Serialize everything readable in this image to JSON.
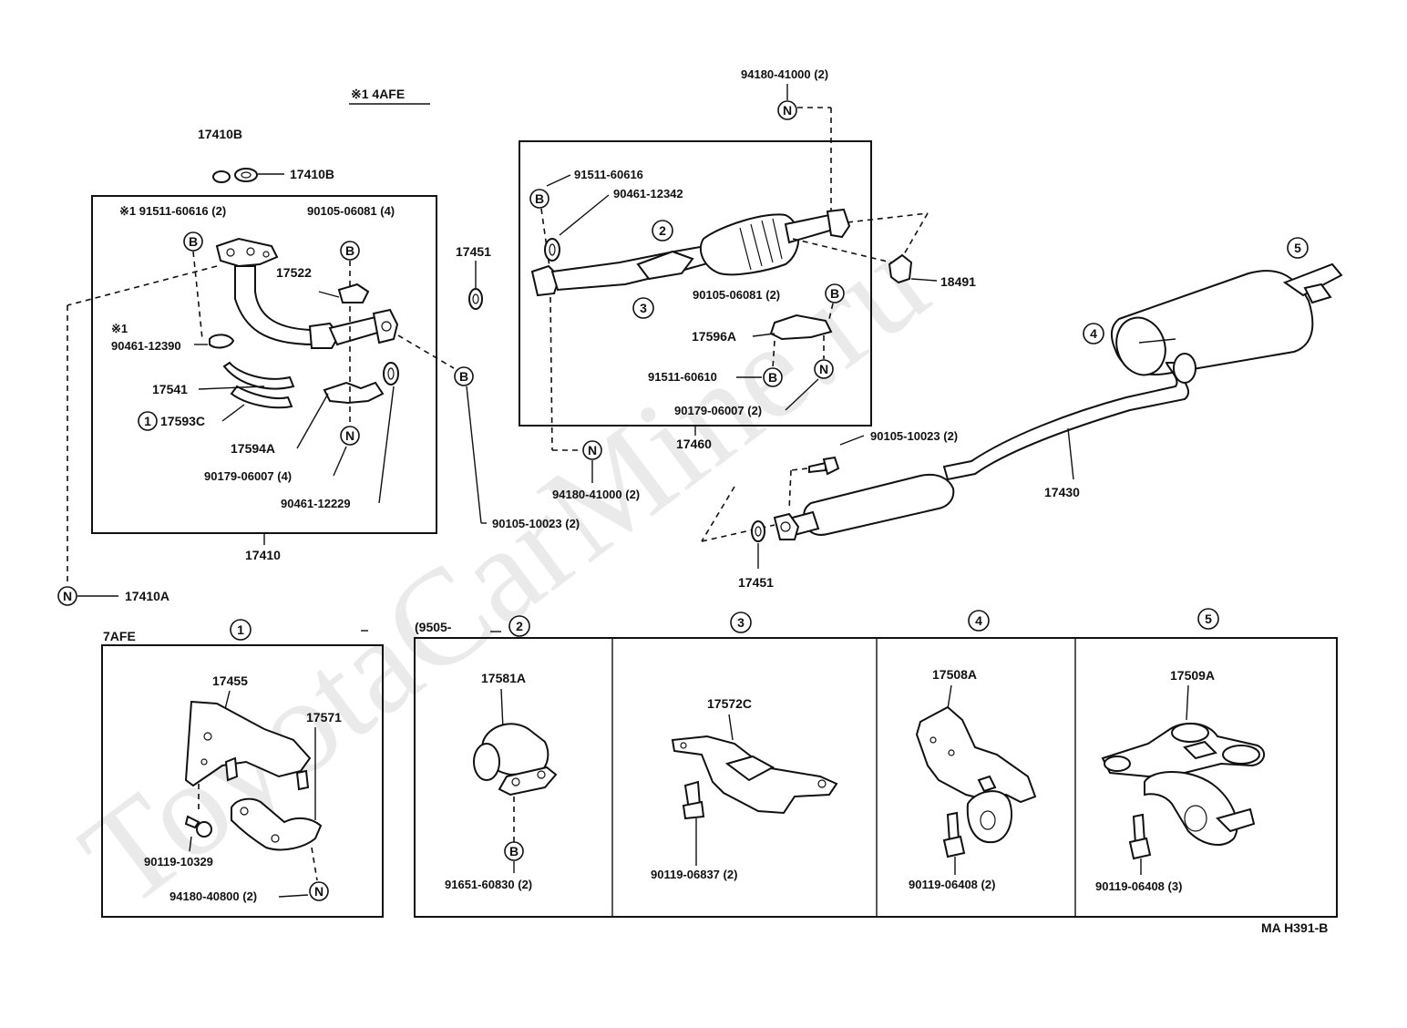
{
  "watermark": "ToyotaCarMine.ru",
  "header_note": "※1 4AFE",
  "diagram_code": "MA H391-B",
  "markers": {
    "bolt": "B",
    "nut": "N"
  },
  "labels": {
    "p17410B_top": "17410B",
    "p17410B_right": "17410B",
    "l91511_60616_2": "※1 91511-60616 (2)",
    "l90105_06081_4": "90105-06081 (4)",
    "l17522": "17522",
    "l_ast1": "※1",
    "l90461_12390": "90461-12390",
    "l17541": "17541",
    "l17593C": "17593C",
    "l17594A": "17594A",
    "l90179_06007_4": "90179-06007 (4)",
    "l90461_12229": "90461-12229",
    "l17410": "17410",
    "l17410A": "17410A",
    "l17451_top": "17451",
    "l90105_10023_left": "90105-10023 (2)",
    "l94180_41000_top": "94180-41000 (2)",
    "l91511_60616": "91511-60616",
    "l90461_12342": "90461-12342",
    "l18491": "18491",
    "l90105_06081_2": "90105-06081 (2)",
    "l17596A": "17596A",
    "l91511_60610": "91511-60610",
    "l90179_06007_2": "90179-06007 (2)",
    "l17460": "17460",
    "l94180_41000_bottom": "94180-41000 (2)",
    "l90105_10023_right": "90105-10023 (2)",
    "l17430": "17430",
    "l17451_bottom": "17451"
  },
  "callouts": [
    "1",
    "2",
    "3",
    "4",
    "5"
  ],
  "detail_panels": {
    "panel1": {
      "engine": "7AFE",
      "number": "1",
      "parts": [
        "17455",
        "17571",
        "90119-10329",
        "94180-40800 (2)"
      ]
    },
    "panel2": {
      "range": "(9505-",
      "number": "2",
      "parts": [
        "17581A",
        "91651-60830 (2)"
      ]
    },
    "panel3": {
      "number": "3",
      "parts": [
        "17572C",
        "90119-06837 (2)"
      ]
    },
    "panel4": {
      "number": "4",
      "parts": [
        "17508A",
        "90119-06408 (2)"
      ]
    },
    "panel5": {
      "number": "5",
      "parts": [
        "17509A",
        "90119-06408 (3)"
      ]
    }
  }
}
